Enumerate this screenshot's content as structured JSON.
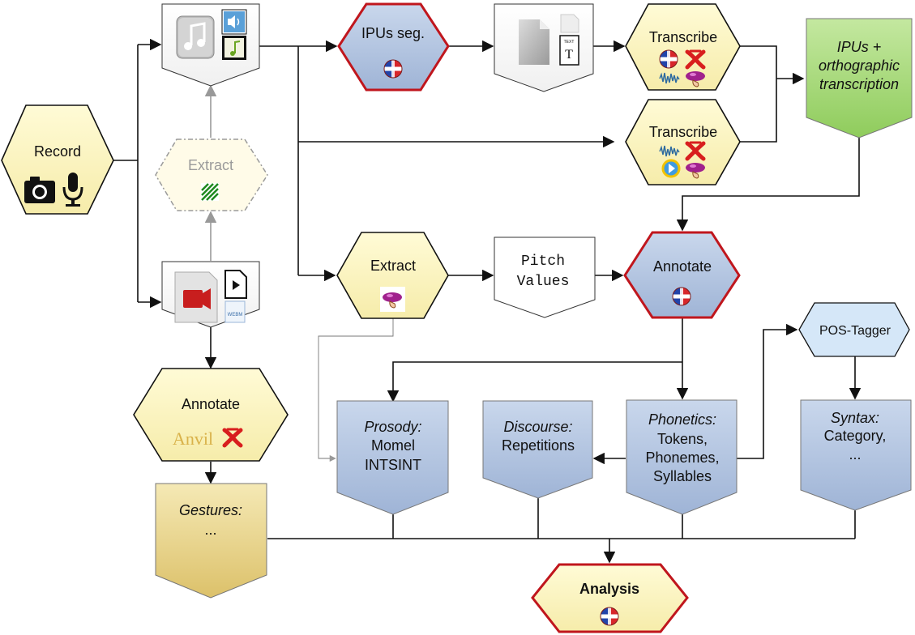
{
  "nodes": {
    "record": {
      "label": "Record"
    },
    "extract_video": {
      "label": "Extract"
    },
    "annotate_video": {
      "label": "Annotate"
    },
    "gestures": {
      "line1": "Gestures:",
      "line2": "..."
    },
    "ipus_seg": {
      "label": "IPUs seg."
    },
    "transcribe_1": {
      "label": "Transcribe"
    },
    "transcribe_2": {
      "label": "Transcribe"
    },
    "ipus_transcription": {
      "line1": "IPUs +",
      "line2": "orthographic",
      "line3": "transcription"
    },
    "extract_pitch": {
      "label": "Extract"
    },
    "pitch_values": {
      "line1": "Pitch",
      "line2": "Values"
    },
    "annotate_main": {
      "label": "Annotate"
    },
    "pos_tagger": {
      "label": "POS-Tagger"
    },
    "prosody": {
      "line1": "Prosody:",
      "line2": "Momel",
      "line3": "INTSINT"
    },
    "discourse": {
      "line1": "Discourse:",
      "line2": "Repetitions"
    },
    "phonetics": {
      "line1": "Phonetics:",
      "line2": "Tokens,",
      "line3": "Phonemes,",
      "line4": "Syllables"
    },
    "syntax": {
      "line1": "Syntax:",
      "line2": "Category,",
      "line3": "..."
    },
    "analysis": {
      "label": "Analysis"
    }
  },
  "icons": {
    "anvil_logo_text": "Anvil",
    "textfile_letter": "T",
    "file_badge_text": "TEXT",
    "video_badge_text": "WEBM"
  },
  "colors": {
    "yellow_fill": "#fdf7c3",
    "blue_fill": "#b7c9e2",
    "green_fill": "#a9d977",
    "gestures_fill": "#ecd98f",
    "red_border": "#c0161d",
    "dark_edge": "#111111",
    "grey_edge": "#999999"
  }
}
